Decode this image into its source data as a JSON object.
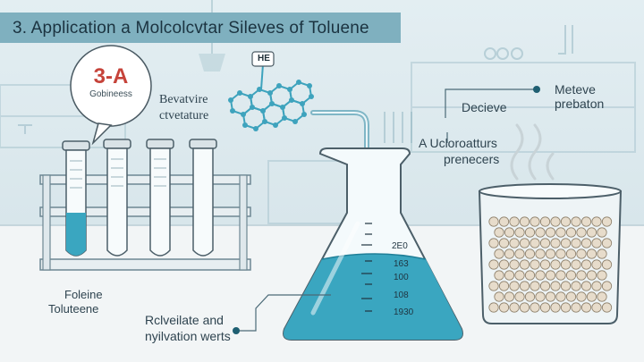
{
  "title": "3. Application a Molcolcvtar Sileves of Toluene",
  "bubble": {
    "main": "3-A",
    "sub": "Gobineess"
  },
  "molecule_label": "HE",
  "labels": {
    "behavior_line1": "Bevatvire",
    "behavior_line2": "ctvetature",
    "device": "Decieve",
    "meteve_line1": "Meteve",
    "meteve_line2": "prebaton",
    "precursors_line1": "A Ucloroatturs",
    "precursors_line2": "prenecers",
    "foleine": "Foleine",
    "toluene": "Toluteene",
    "ventilate_line1": "Rclveilate and",
    "ventilate_line2": "nyilvation werts"
  },
  "flask_scale": [
    "2E0",
    "163",
    "100",
    "108",
    "1930"
  ],
  "colors": {
    "accent": "#7fb0bf",
    "liquid": "#3aa6c0",
    "bubble_text": "#c6433a"
  }
}
